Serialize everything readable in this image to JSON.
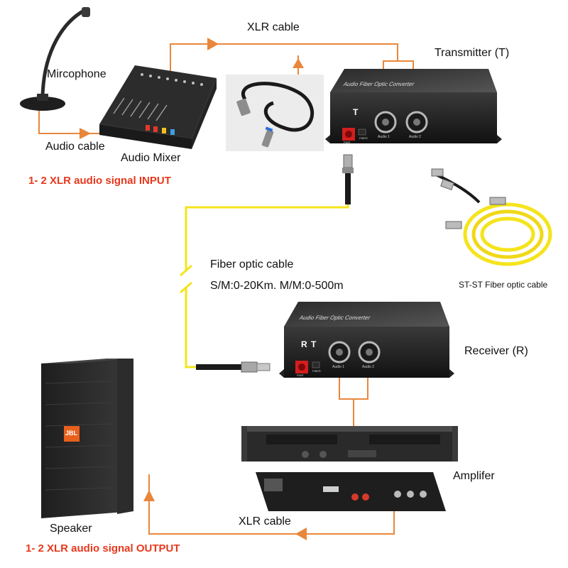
{
  "labels": {
    "microphone": "Mircophone",
    "audio_cable": "Audio cable",
    "audio_mixer": "Audio Mixer",
    "xlr_cable_top": "XLR cable",
    "transmitter": "Transmitter (T)",
    "input_note": "1- 2 XLR audio signal INPUT",
    "fiber_cable": "Fiber optic cable",
    "fiber_distance": "S/M:0-20Km. M/M:0-500m",
    "st_cable": "ST-ST Fiber optic cable",
    "receiver": "Receiver (R)",
    "amplifier": "Amplifer",
    "xlr_cable_bottom": "XLR cable",
    "speaker": "Speaker",
    "output_note": "1- 2 XLR audio signal OUTPUT"
  },
  "devices": {
    "converter_title": "Audio Fiber Optic Converter",
    "transmitter_letter": "T",
    "receiver_letter_r": "R",
    "receiver_letter_t": "T",
    "port_1": "Audio 1",
    "port_2": "Audio 2",
    "pwr": "PWR",
    "fiber_led": "FIBER",
    "speaker_brand": "JBL"
  },
  "colors": {
    "audio_line": "#e8873c",
    "fiber_line": "#f4e41c",
    "highlight_text": "#e8381c",
    "device_body": "#1b1b1b"
  }
}
